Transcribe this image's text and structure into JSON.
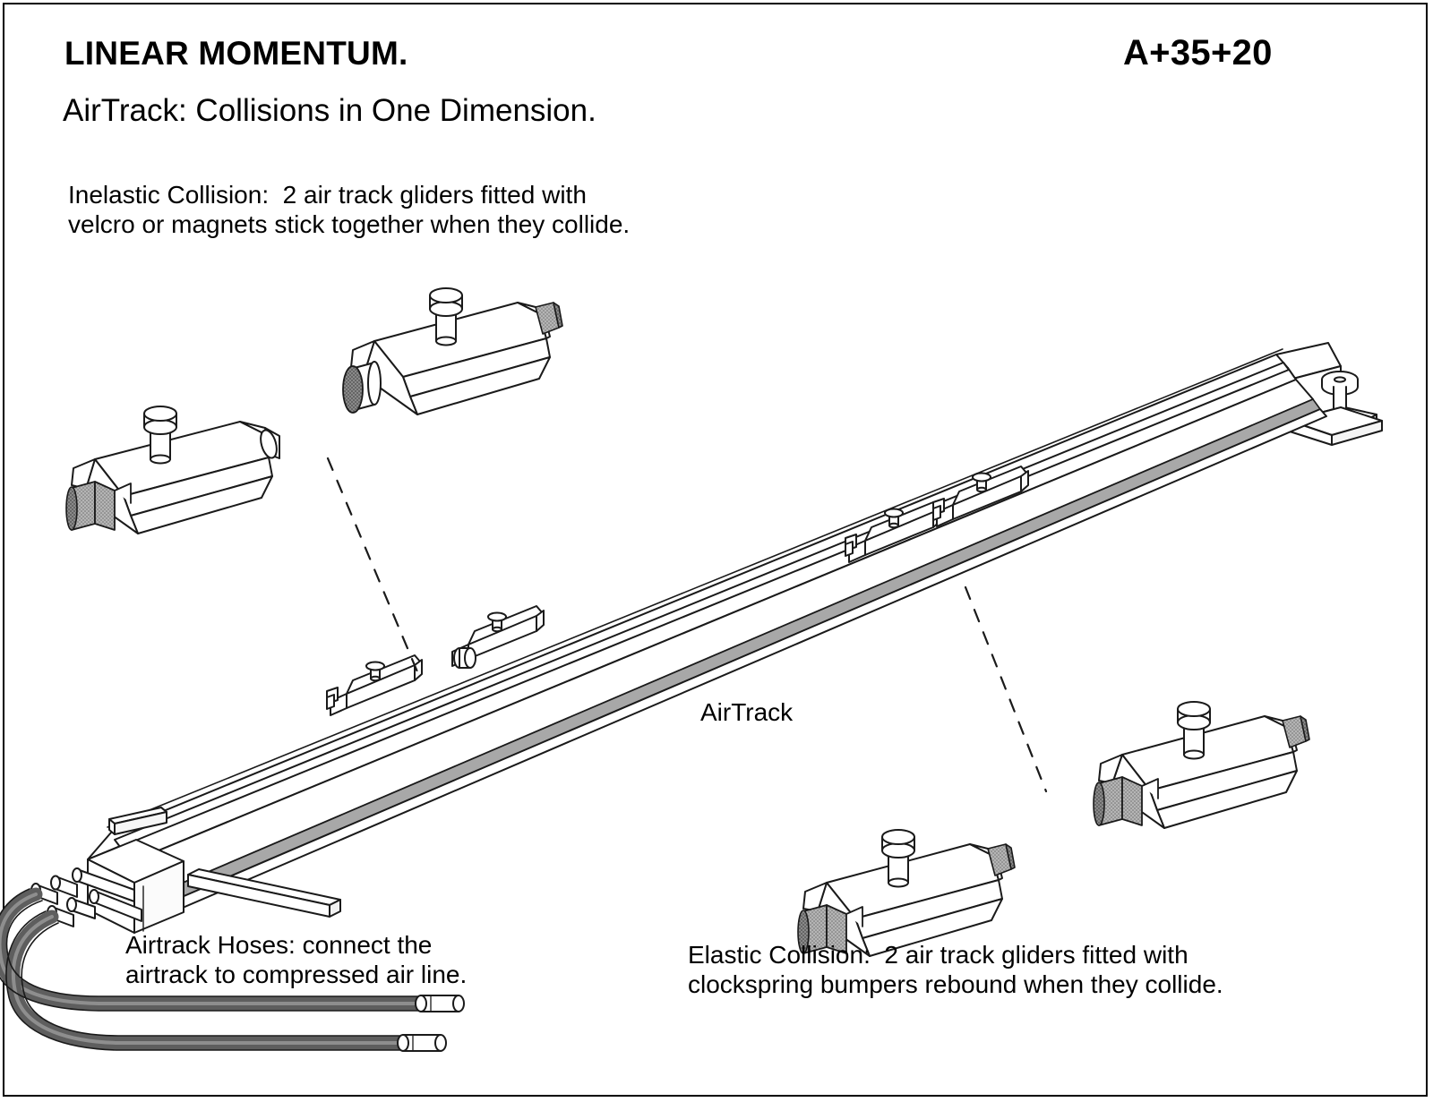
{
  "page": {
    "title": "LINEAR MOMENTUM.",
    "doc_code": "A+35+20",
    "subtitle": "AirTrack: Collisions in One Dimension.",
    "background_color": "#ffffff",
    "border_color": "#000000"
  },
  "captions": {
    "inelastic": "Inelastic Collision:  2 air track gliders fitted with\nvelcro or magnets stick together when they collide.",
    "elastic": "Elastic Collision:  2 air track gliders fitted with\nclockspring bumpers rebound when they collide.",
    "hoses": "Airtrack Hoses: connect the\nairtrack to compressed air line."
  },
  "labels": {
    "airtrack": "AirTrack"
  },
  "colors": {
    "line": "#1a1a1a",
    "track_face_gray": "#a8a8a8",
    "track_inner_gray": "#c9c9c9",
    "hose_gray": "#5e5e5e",
    "hose_highlight": "#8c8c8c",
    "bumper_gray": "#a0a0a0",
    "magnet_dark": "#6e6e6e",
    "white": "#ffffff"
  },
  "diagram": {
    "type": "technical-isometric-illustration",
    "subject": "air track apparatus for one-dimensional collision experiments",
    "components": [
      {
        "name": "air-track-rail",
        "description": "long triangular-section extruded rail shown in isometric view running from lower-left to upper-right, gray shaded front face"
      },
      {
        "name": "track-end-plate-right",
        "description": "end plate at upper-right end of rail with leveling screw"
      },
      {
        "name": "track-end-block-left",
        "description": "rectangular block at lower-left end of rail with two hose connector nipples"
      },
      {
        "name": "support-legs",
        "description": "two cross bars acting as support feet under the rail near the left end"
      },
      {
        "name": "airtrack-hoses",
        "description": "two dark gray flexible hoses curving out of the left end block with white ferrule fittings on free ends"
      },
      {
        "name": "glider-inelastic-velcro",
        "description": "detail glider, upper left, with clockspring bumper shown in gray"
      },
      {
        "name": "glider-inelastic-magnet",
        "description": "detail glider, upper middle, with dark cylindrical magnet face"
      },
      {
        "name": "glider-elastic-right",
        "description": "detail glider, right side, with clockspring bumpers at both ends"
      },
      {
        "name": "glider-elastic-bottom",
        "description": "detail glider, lower middle, with clockspring bumper"
      },
      {
        "name": "gliders-on-track-upper-pair",
        "description": "pair of small gliders riding on the rail near the upper right, approaching each other"
      },
      {
        "name": "gliders-on-track-lower-pair",
        "description": "pair of small gliders riding on the rail near the lower left, approaching each other"
      },
      {
        "name": "leader-line-inelastic",
        "description": "dashed leader line from the lower-left glider pair up toward the inelastic collision detail drawings"
      },
      {
        "name": "leader-line-elastic",
        "description": "dashed leader line from the upper glider pair down toward the elastic collision detail drawings"
      }
    ]
  }
}
